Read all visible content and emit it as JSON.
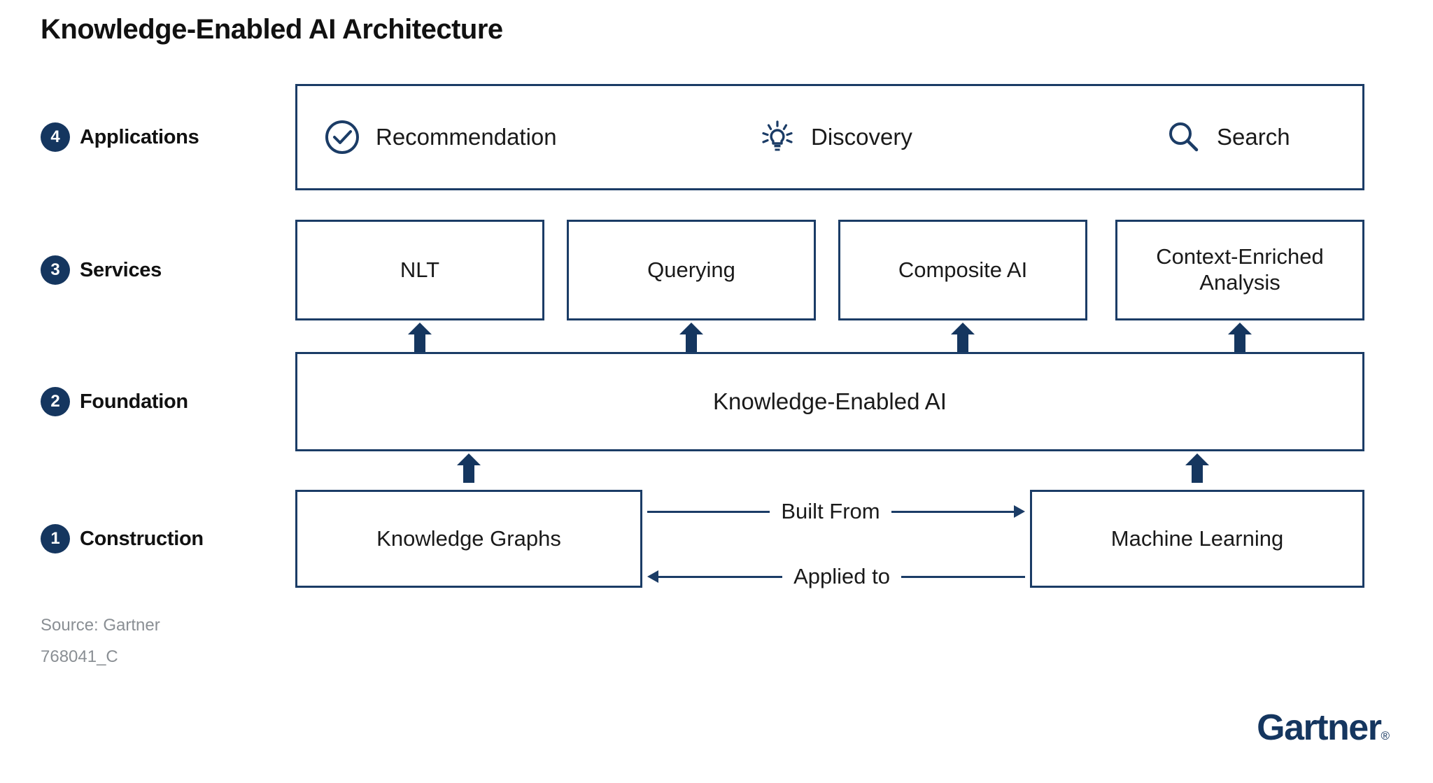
{
  "title": "Knowledge-Enabled AI Architecture",
  "colors": {
    "navy": "#1b3c66",
    "badge_navy": "#15365f",
    "text": "#1a1a1a",
    "muted": "#8a8f94",
    "background": "#ffffff"
  },
  "layers": [
    {
      "number": "4",
      "label": "Applications"
    },
    {
      "number": "3",
      "label": "Services"
    },
    {
      "number": "2",
      "label": "Foundation"
    },
    {
      "number": "1",
      "label": "Construction"
    }
  ],
  "applications": {
    "items": [
      {
        "icon": "check-circle-icon",
        "label": "Recommendation"
      },
      {
        "icon": "lightbulb-icon",
        "label": "Discovery"
      },
      {
        "icon": "search-icon",
        "label": "Search"
      }
    ]
  },
  "services": {
    "items": [
      {
        "label": "NLT"
      },
      {
        "label": "Querying"
      },
      {
        "label": "Composite AI"
      },
      {
        "label": "Context-Enriched Analysis"
      }
    ]
  },
  "foundation": {
    "label": "Knowledge-Enabled AI"
  },
  "construction": {
    "items": [
      {
        "label": "Knowledge Graphs"
      },
      {
        "label": "Machine Learning"
      }
    ],
    "relations": [
      {
        "label": "Built From",
        "direction": "right"
      },
      {
        "label": "Applied to",
        "direction": "left"
      }
    ]
  },
  "footer": {
    "source": "Source: Gartner",
    "doc_id": "768041_C",
    "logo": "Gartner",
    "logo_mark": "®"
  }
}
